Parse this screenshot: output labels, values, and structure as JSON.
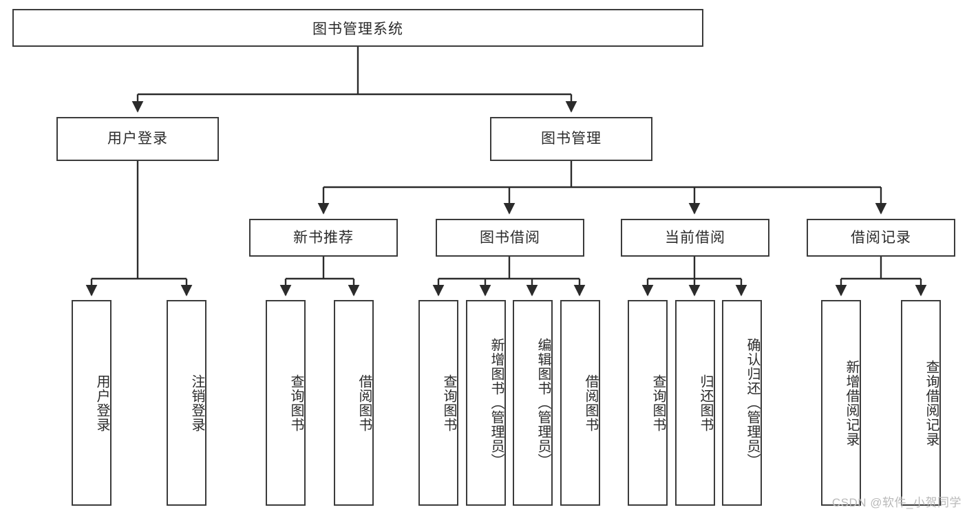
{
  "diagram": {
    "title": "图书管理系统",
    "type": "tree",
    "watermark": "CSDN @软件_小贺同学",
    "colors": {
      "box_border": "#3b3b3b",
      "box_fill": "#ffffff",
      "line": "#2b2b2b",
      "text": "#2b2b2b",
      "watermark": "#b9b9b9",
      "background": "#ffffff"
    },
    "nodes": {
      "root": {
        "label": "图书管理系统"
      },
      "level2": [
        {
          "label": "用户登录"
        },
        {
          "label": "图书管理"
        }
      ],
      "level3": [
        {
          "label": "新书推荐"
        },
        {
          "label": "图书借阅"
        },
        {
          "label": "当前借阅"
        },
        {
          "label": "借阅记录"
        }
      ],
      "leaves": {
        "user_login": [
          {
            "label": "用户登录"
          },
          {
            "label": "注销登录"
          }
        ],
        "new_book_recommend": [
          {
            "label": "查询图书"
          },
          {
            "label": "借阅图书"
          }
        ],
        "book_borrow": [
          {
            "label": "查询图书"
          },
          {
            "label": "新增图书（管理员）"
          },
          {
            "label": "编辑图书（管理员）"
          },
          {
            "label": "借阅图书"
          }
        ],
        "current_borrow": [
          {
            "label": "查询图书"
          },
          {
            "label": "归还图书"
          },
          {
            "label": "确认归还（管理员）"
          }
        ],
        "borrow_record": [
          {
            "label": "新增借阅记录"
          },
          {
            "label": "查询借阅记录"
          }
        ]
      }
    }
  }
}
